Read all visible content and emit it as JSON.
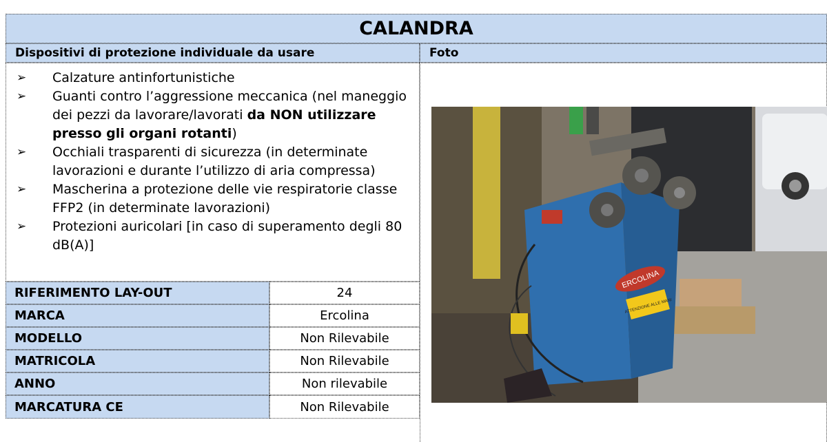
{
  "title": "CALANDRA",
  "headers": {
    "dpi": "Dispositivi di protezione individuale da usare",
    "foto": "Foto"
  },
  "dpi_items": [
    {
      "text": "Calzature antinfortunistiche"
    },
    {
      "text": "Guanti contro l’aggressione meccanica (nel maneggio dei pezzi da lavorare/lavorati ",
      "bold": "da NON utilizzare presso gli organi rotanti",
      "tail": ")"
    },
    {
      "text": "Occhiali trasparenti di sicurezza (in determinate lavorazioni e durante l’utilizzo di aria compressa)"
    },
    {
      "text": "Mascherina a protezione delle vie respiratorie classe FFP2 (in determinate lavorazioni)"
    },
    {
      "text": "Protezioni auricolari [in caso di superamento degli 80 dB(A)]"
    }
  ],
  "bullet_symbol": "➢",
  "specs": [
    {
      "label": "RIFERIMENTO LAY-OUT",
      "value": "24"
    },
    {
      "label": "MARCA",
      "value": "Ercolina"
    },
    {
      "label": "MODELLO",
      "value": "Non Rilevabile"
    },
    {
      "label": "MATRICOLA",
      "value": "Non Rilevabile"
    },
    {
      "label": "ANNO",
      "value": "Non rilevabile"
    },
    {
      "label": "MARCATURA CE",
      "value": "Non Rilevabile"
    }
  ],
  "photo": {
    "brand_text": "ERCOLINA",
    "sign_text": "ATTENZIONE ALLE MANI"
  },
  "colors": {
    "header_fill": "#c6d9f1",
    "machine_blue": "#2f6fae",
    "sign_yellow": "#f2c81b"
  }
}
